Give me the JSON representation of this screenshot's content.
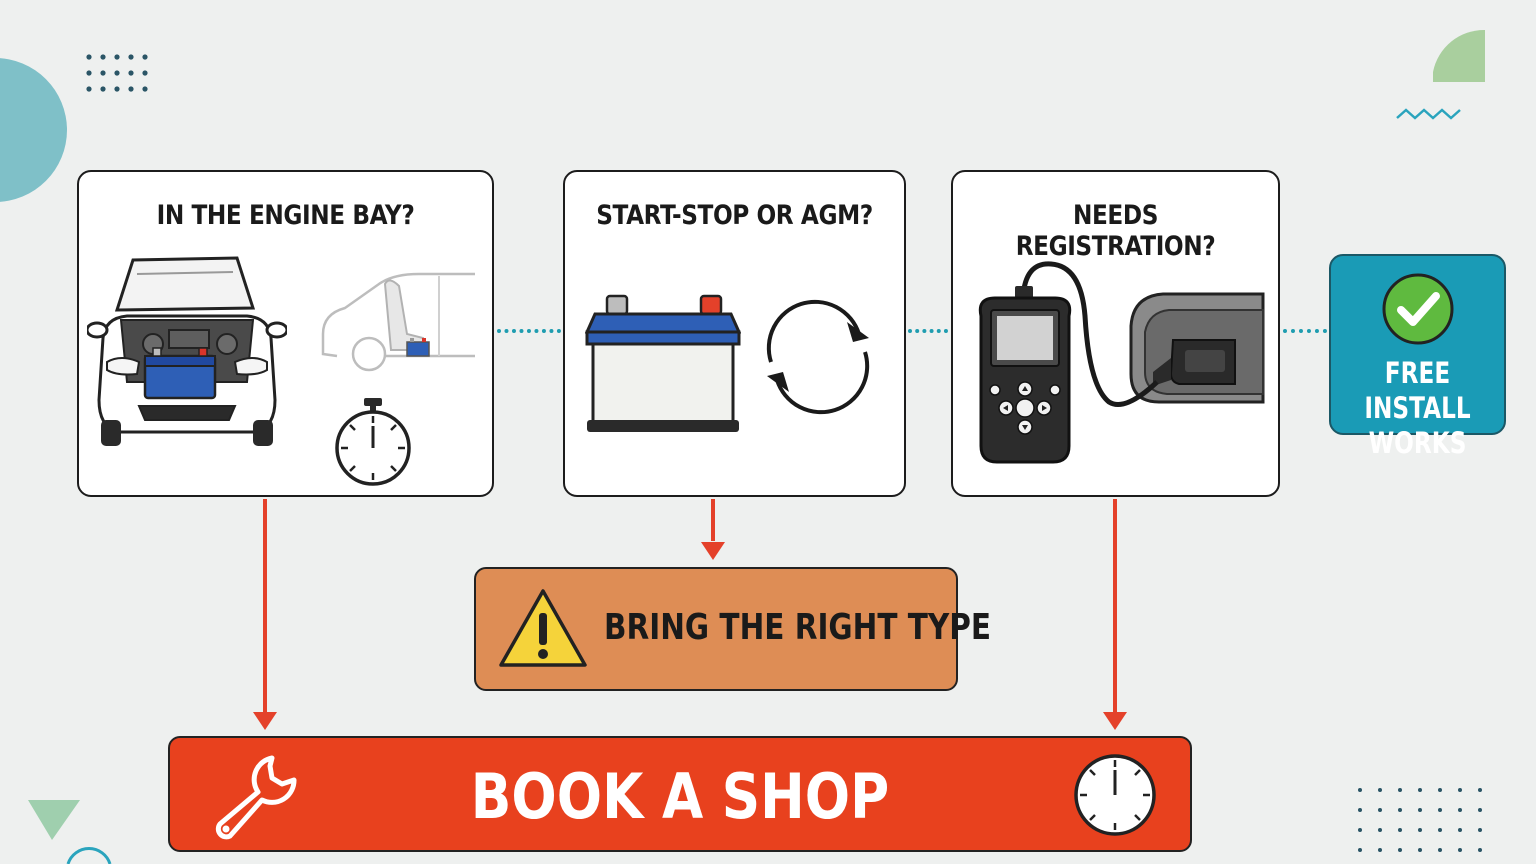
{
  "steps": [
    {
      "title": "IN THE ENGINE BAY?"
    },
    {
      "title": "START-STOP OR AGM?"
    },
    {
      "title": "NEEDS REGISTRATION?"
    }
  ],
  "outcome": {
    "line1": "FREE INSTALL",
    "line2": "WORKS"
  },
  "warning": {
    "label": "BRING THE RIGHT TYPE"
  },
  "action": {
    "label": "BOOK A SHOP"
  },
  "colors": {
    "accent_red": "#e8411e",
    "warning_orange": "#de8d55",
    "teal": "#1a9bb6",
    "battery_blue": "#2e5fb6",
    "check_green": "#5fba3f"
  },
  "icons": [
    "car-icon",
    "battery-icon",
    "stopwatch-icon",
    "cycle-arrows-icon",
    "obd-scanner-icon",
    "check-icon",
    "warning-icon",
    "wrench-icon",
    "clock-icon"
  ]
}
